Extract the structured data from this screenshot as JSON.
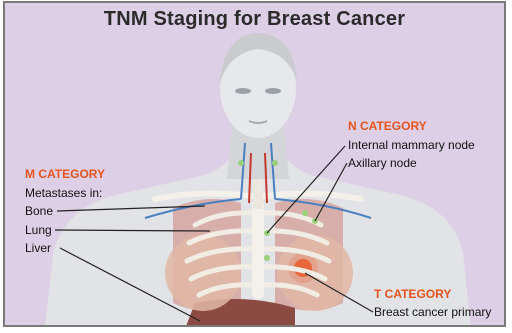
{
  "title": "TNM Staging for Breast Cancer",
  "m_category": {
    "heading": "M CATEGORY",
    "subheading": "Metastases in:",
    "items": [
      "Bone",
      "Lung",
      "Liver"
    ]
  },
  "n_category": {
    "heading": "N CATEGORY",
    "items": [
      "Internal mammary node",
      "Axillary node"
    ]
  },
  "t_category": {
    "heading": "T CATEGORY",
    "items": [
      "Breast cancer primary"
    ]
  },
  "colors": {
    "background": "#ddd0e6",
    "accent": "#e8531e",
    "skin": "#d9dbde",
    "lungs": "#d7a7a4",
    "bone": "#f1ede4",
    "vessel_blue": "#4a7fc1",
    "vessel_red": "#c43a2e",
    "tumor": "#e8673a"
  }
}
